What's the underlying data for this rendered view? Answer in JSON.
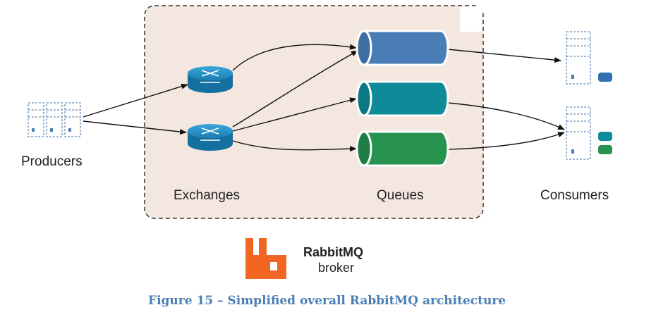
{
  "labels": {
    "producers": "Producers",
    "exchanges": "Exchanges",
    "queues": "Queues",
    "consumers": "Consumers"
  },
  "broker": {
    "brand": "RabbitMQ",
    "subtitle": "broker"
  },
  "caption": "Figure 15 – Simplified overall RabbitMQ architecture",
  "colors": {
    "broker_box": "#f3e7e0",
    "queue_blue": "#4a7db5",
    "queue_teal": "#0f8a99",
    "queue_green": "#28924f",
    "exchange": "#1a7fb4",
    "server_outline": "#6a8fb5",
    "logo": "#f26522",
    "caption": "#4a7fb5"
  },
  "icons": {
    "exchange": "router-icon",
    "producer": "server-rack-icon",
    "consumer": "server-rack-icon",
    "logo": "rabbitmq-logo"
  }
}
